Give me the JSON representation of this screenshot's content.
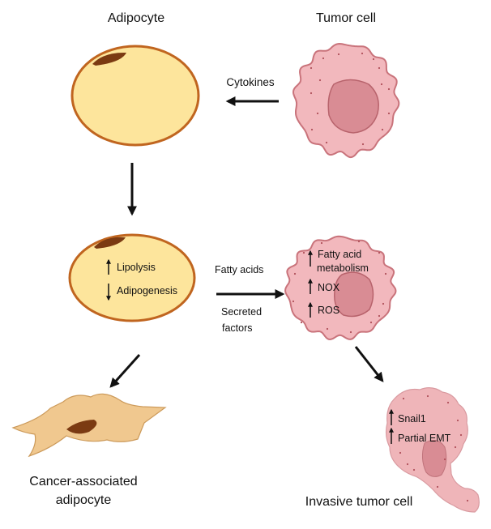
{
  "labels": {
    "adipocyte": "Adipocyte",
    "tumor_cell": "Tumor cell",
    "cytokines": "Cytokines",
    "lipolysis": "Lipolysis",
    "adipogenesis": "Adipogenesis",
    "fatty_acids": "Fatty acids",
    "secreted_line1": "Secreted",
    "secreted_line2": "factors",
    "fatty_acid_line1": "Fatty acid",
    "fatty_acid_line2": "metabolism",
    "nox": "NOX",
    "ros": "ROS",
    "caa_line1": "Cancer-associated",
    "caa_line2": "adipocyte",
    "snail1": "Snail1",
    "partial_emt": "Partial EMT",
    "invasive_tumor_cell": "Invasive tumor cell"
  },
  "colors": {
    "adipocyte_fill": "#fde59c",
    "adipocyte_outline": "#c0651f",
    "nucleus_brown": "#7b3a12",
    "tumor_fill": "#f2b8bd",
    "tumor_outline": "#c9737b",
    "tumor_nucleus": "#d98c94",
    "tumor_nucleus_outline": "#b8636c",
    "invasive_fill": "#efb5b9",
    "caa_fill": "#f0c88f",
    "caa_outline": "#cc9a5a",
    "arrow": "#111111"
  }
}
